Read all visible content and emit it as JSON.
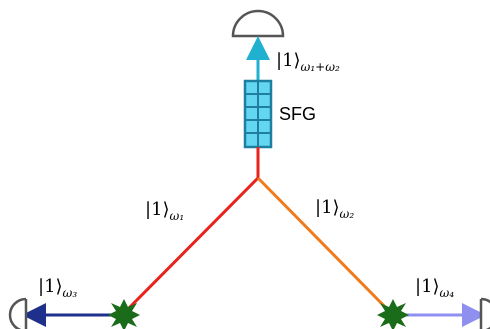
{
  "labels": {
    "sfg": "SFG",
    "ket": "|1⟩",
    "omega1": "ω₁",
    "omega2": "ω₂",
    "omega3": "ω₃",
    "omega4": "ω₄",
    "omega_sum": "ω₁+ω₂"
  },
  "colors": {
    "beam_omega1": "#e8231e",
    "beam_omega2": "#f07a1c",
    "beam_omega3": "#1e2f8c",
    "beam_omega4": "#8f8ff0",
    "beam_sum": "#1fb1cf",
    "sfg_crystal": "#63d6f2",
    "source_star": "#1a6b1a",
    "detector": "#555555"
  }
}
